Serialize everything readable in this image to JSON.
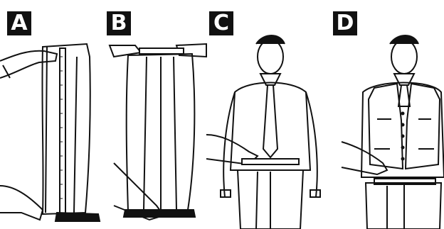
{
  "panels": [
    {
      "letter": "A",
      "subject": "trousers-outseam-measurement"
    },
    {
      "letter": "B",
      "subject": "trousers-waist-measurement"
    },
    {
      "letter": "C",
      "subject": "shirt-waist-measurement"
    },
    {
      "letter": "D",
      "subject": "vest-waist-measurement"
    }
  ],
  "colors": {
    "ink": "#111111",
    "paper": "#ffffff",
    "badge": "#111111",
    "badge_text": "#ffffff"
  }
}
